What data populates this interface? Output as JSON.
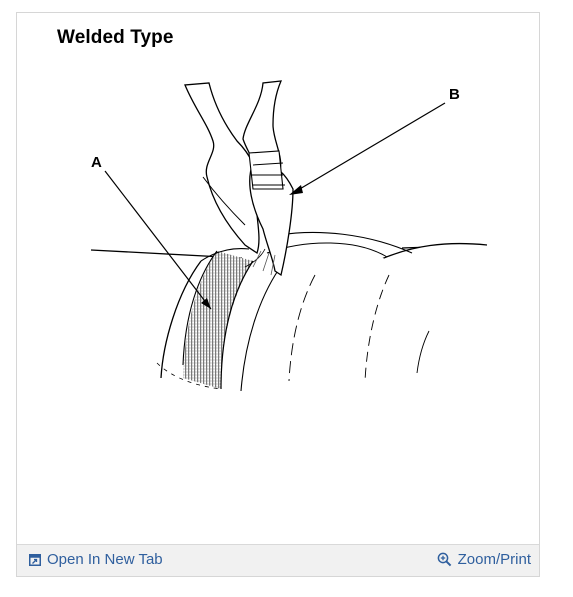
{
  "figure": {
    "title": "Welded Type",
    "callouts": {
      "a": "A",
      "b": "B"
    }
  },
  "footer": {
    "open_label": "Open In New Tab",
    "zoom_label": "Zoom/Print",
    "open_icon": "open-new-tab-icon",
    "zoom_icon": "magnifier-plus-icon"
  },
  "colors": {
    "link": "#2f5f9e",
    "footer_bg": "#f1f1f1",
    "border": "#d6d6d6"
  }
}
